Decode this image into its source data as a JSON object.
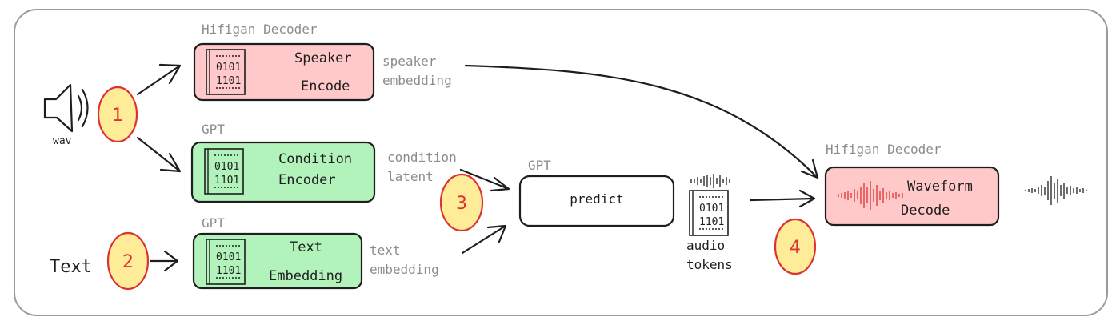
{
  "labels": {
    "hifigan_top": "Hifigan Decoder",
    "gpt_condition": "GPT",
    "gpt_text": "GPT",
    "gpt_predict": "GPT",
    "hifigan_right": "Hifigan Decoder",
    "speaker_embedding_1": "speaker",
    "speaker_embedding_2": "embedding",
    "condition_latent_1": "condition",
    "condition_latent_2": "latent",
    "text_embedding_1": "text",
    "text_embedding_2": "embedding",
    "audio_tokens_1": "audio",
    "audio_tokens_2": "tokens",
    "wav": "wav",
    "text_input": "Text"
  },
  "boxes": {
    "speaker": {
      "line1": "Speaker",
      "line2": "Encode"
    },
    "condition": {
      "line1": "Condition",
      "line2": "Encoder"
    },
    "text": {
      "line1": "Text",
      "line2": "Embedding"
    },
    "predict": {
      "line1": "predict"
    },
    "waveform": {
      "line1": "Waveform",
      "line2": "Decode"
    }
  },
  "binary": {
    "line1": "0101",
    "line2": "1101"
  },
  "badges": [
    "1",
    "2",
    "3",
    "4"
  ],
  "icons": [
    "speaker-icon",
    "binary-token-icon",
    "waveform-icon"
  ],
  "colors": {
    "pink": "#ffc9c9",
    "green": "#b2f2bb",
    "badge_fill": "#ffec99",
    "badge_stroke": "#e03131"
  }
}
